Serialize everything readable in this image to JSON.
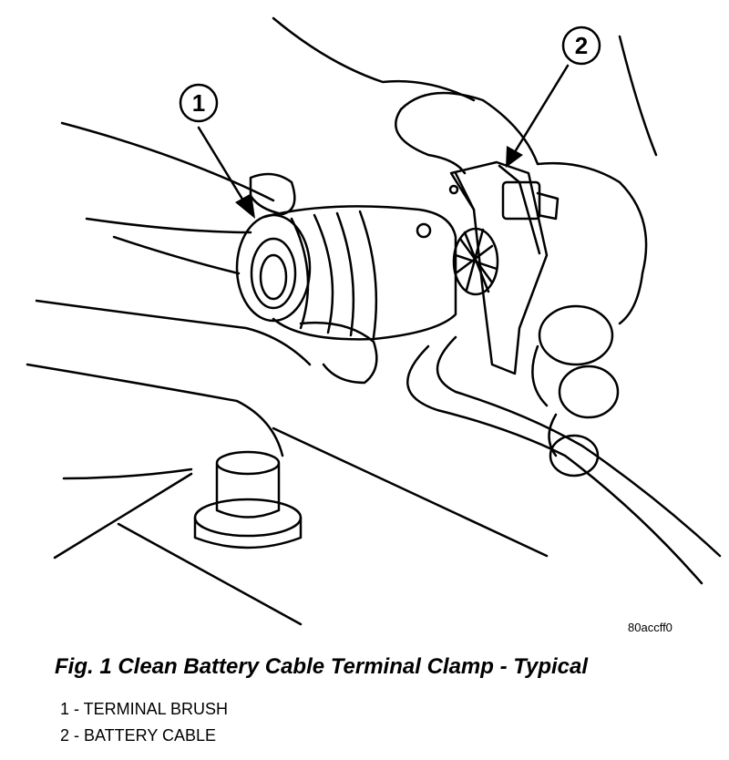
{
  "figure": {
    "callouts": [
      {
        "number": "1"
      },
      {
        "number": "2"
      }
    ],
    "code": "80accff0"
  },
  "caption": "Fig. 1 Clean Battery Cable Terminal Clamp - Typical",
  "legend": [
    "1 - TERMINAL BRUSH",
    "2 - BATTERY CABLE"
  ]
}
